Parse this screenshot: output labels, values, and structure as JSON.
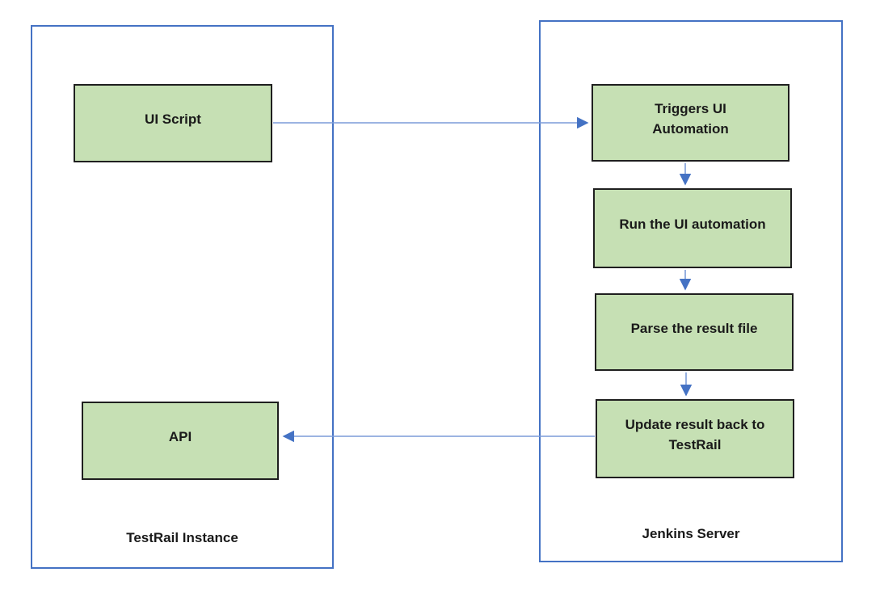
{
  "diagram": {
    "containers": {
      "testrail": {
        "label": "TestRail Instance"
      },
      "jenkins": {
        "label": "Jenkins Server"
      }
    },
    "nodes": {
      "ui_script": {
        "label": "UI Script",
        "container": "testrail"
      },
      "api": {
        "label": "API",
        "container": "testrail"
      },
      "triggers": {
        "label": "Triggers UI\nAutomation",
        "container": "jenkins"
      },
      "run": {
        "label": "Run the UI automation",
        "container": "jenkins"
      },
      "parse": {
        "label": "Parse the result file",
        "container": "jenkins"
      },
      "update": {
        "label": "Update result back to\nTestRail",
        "container": "jenkins"
      }
    },
    "edges": [
      {
        "from": "ui_script",
        "to": "triggers",
        "direction": "right"
      },
      {
        "from": "triggers",
        "to": "run",
        "direction": "down"
      },
      {
        "from": "run",
        "to": "parse",
        "direction": "down"
      },
      {
        "from": "parse",
        "to": "update",
        "direction": "down"
      },
      {
        "from": "update",
        "to": "api",
        "direction": "left"
      }
    ],
    "colors": {
      "node_fill": "#C6E0B4",
      "node_border": "#1f1f1f",
      "container_border": "#4472C4",
      "arrow_line": "#7C9CD9",
      "arrow_head": "#4472C4",
      "background": "#ffffff",
      "text": "#1a1a1a"
    }
  }
}
